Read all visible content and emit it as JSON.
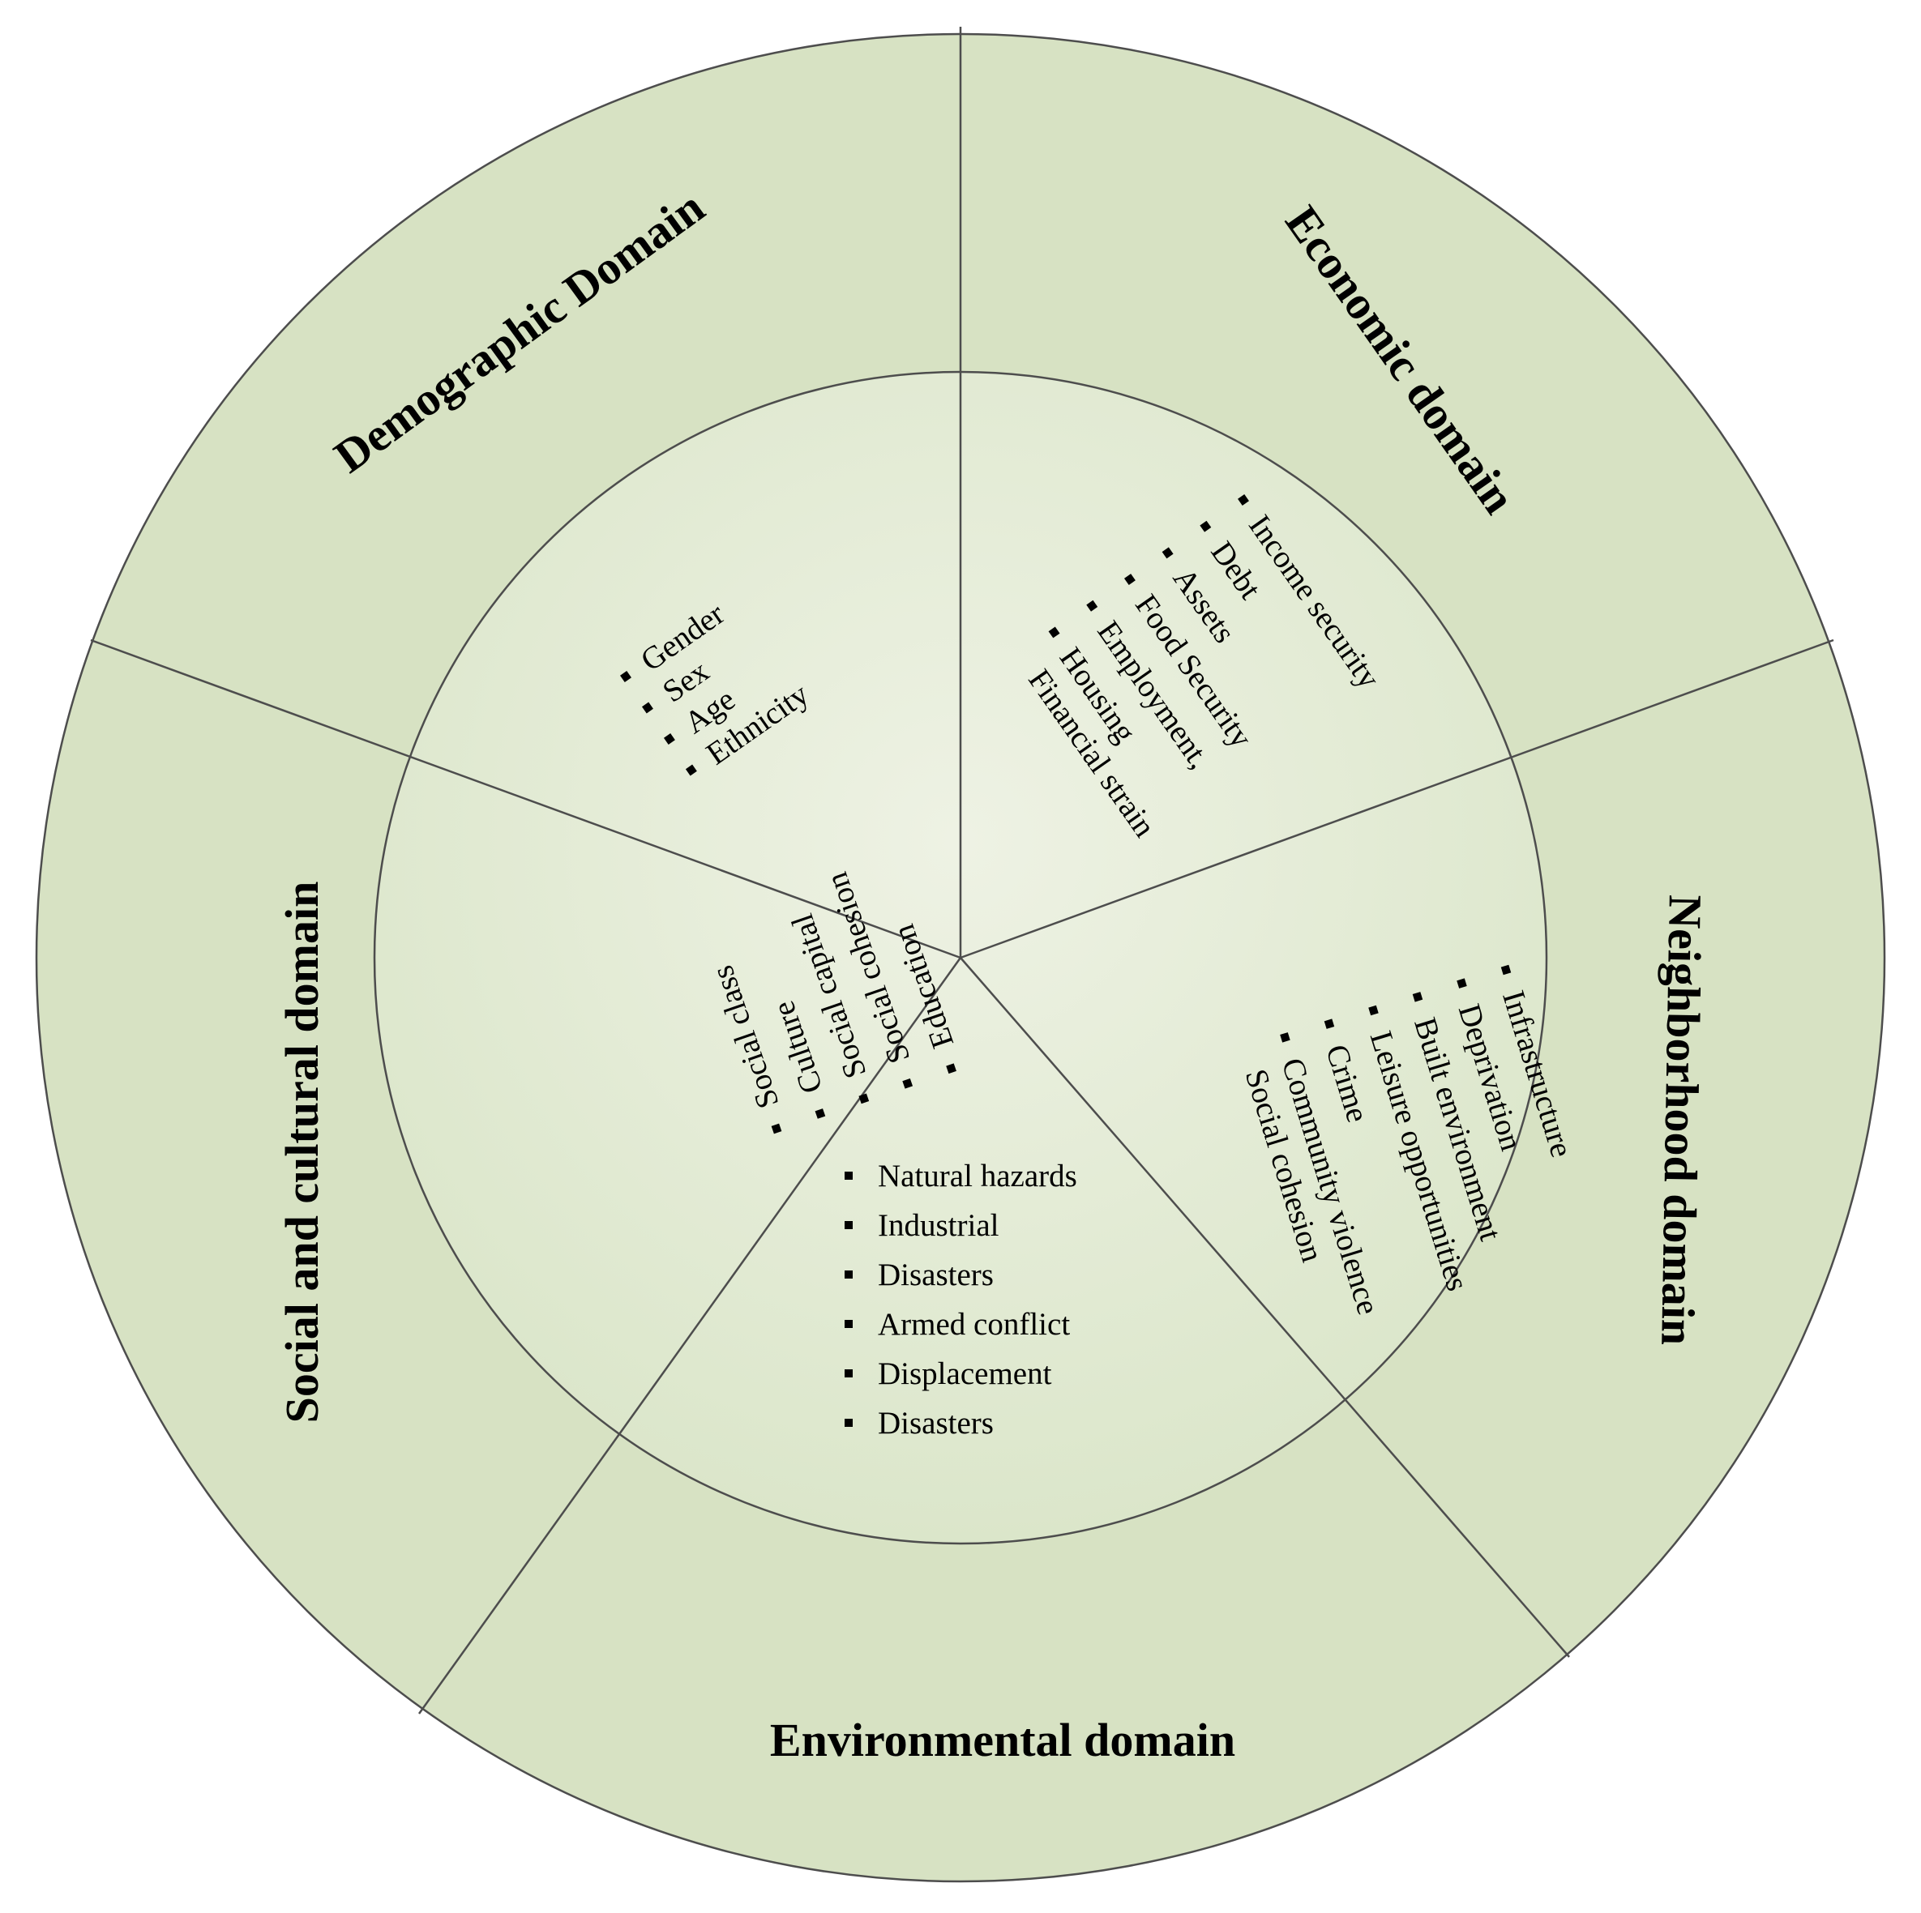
{
  "colors": {
    "outer_ring": "#d7e2c3",
    "inner_circle_center": "#eef2e4",
    "inner_circle_edge": "#dbe6ca",
    "lines": "#4d4d4d",
    "text": "#000000"
  },
  "domains": [
    {
      "id": "demographic",
      "title": "Demographic Domain",
      "items": [
        "Gender",
        "Sex",
        "Age",
        "Ethnicity"
      ]
    },
    {
      "id": "economic",
      "title": "Economic domain",
      "items": [
        "Income security",
        "Debt",
        "Assets",
        "Food Security",
        "Employment,",
        "Housing",
        "Financial strain"
      ]
    },
    {
      "id": "neighborhood",
      "title": "Neighborhood domain",
      "items": [
        "Infrastructure",
        "Deprivation",
        "Built environment",
        "Leisure opportunities",
        "Crime",
        "Community violence",
        "Social cohesion"
      ]
    },
    {
      "id": "environmental",
      "title": "Environmental domain",
      "items": [
        "Natural hazards",
        "Industrial",
        "Disasters",
        "Armed conflict",
        "Displacement",
        "Disasters"
      ]
    },
    {
      "id": "social-cultural",
      "title": "Social and cultural domain",
      "items": [
        "Social class",
        "Culture",
        "Social capital",
        "Social cohesion",
        "Education"
      ]
    }
  ]
}
